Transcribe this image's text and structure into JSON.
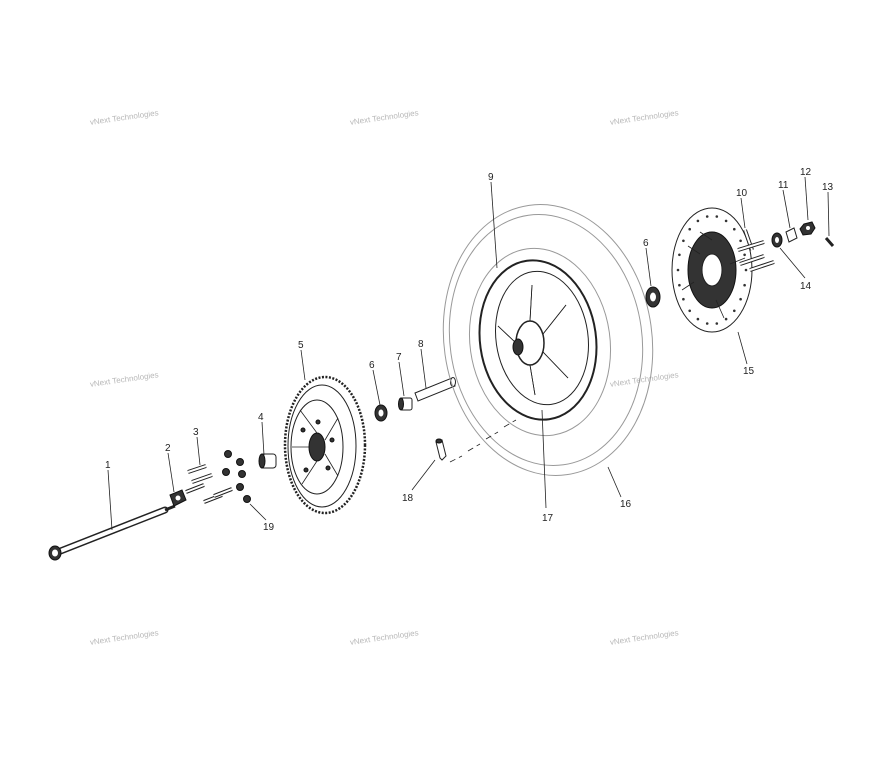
{
  "watermark": {
    "text": "vNext Technologies"
  },
  "callouts": [
    "1",
    "2",
    "3",
    "4",
    "5",
    "6",
    "7",
    "8",
    "9",
    "10",
    "11",
    "12",
    "13",
    "14",
    "15",
    "6",
    "16",
    "17",
    "18",
    "19"
  ],
  "icons": {
    "diagram": "exploded-wheel-assembly"
  }
}
